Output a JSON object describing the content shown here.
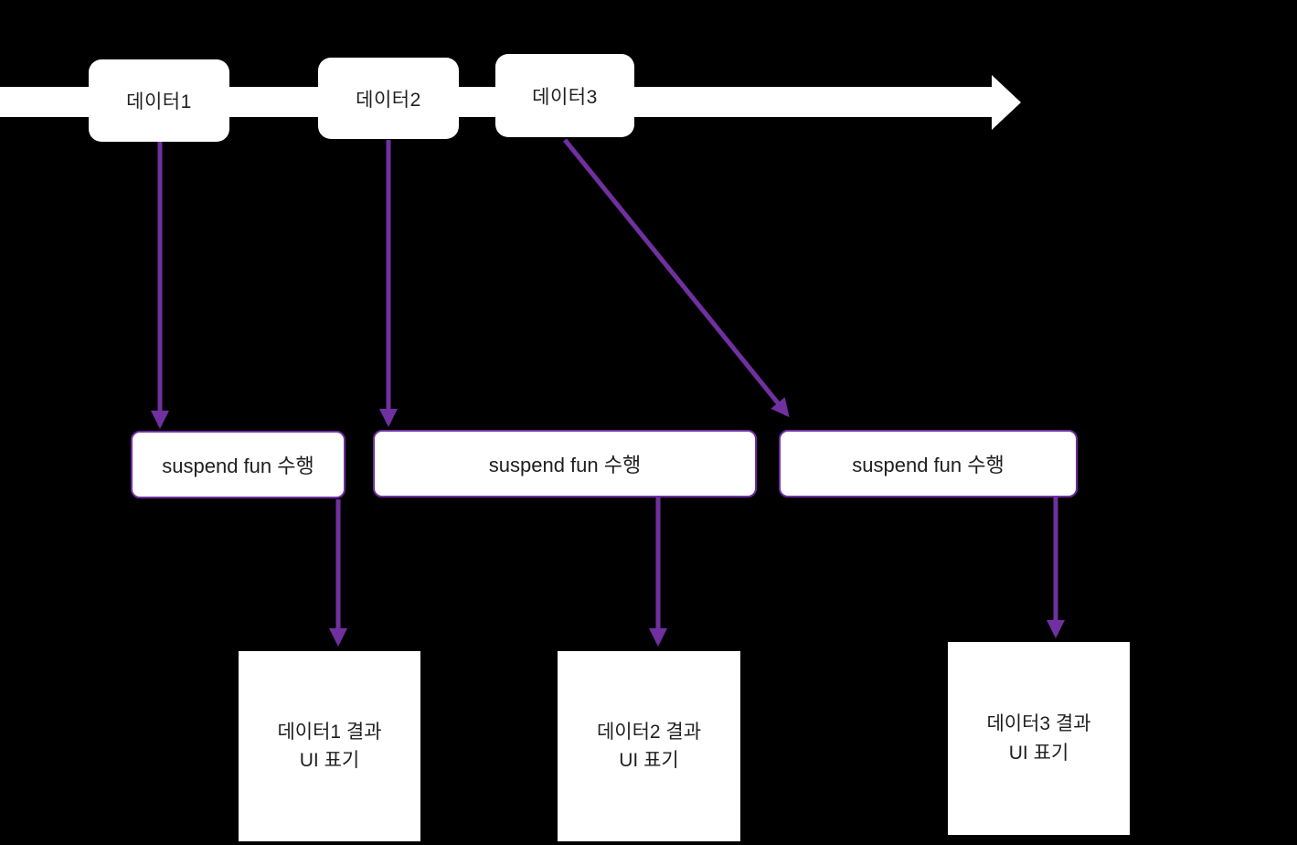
{
  "diagram": {
    "colors": {
      "background": "#000000",
      "accent": "#7030A0",
      "node_fill": "#ffffff",
      "node_text": "#1f1f1f"
    },
    "timeline": {
      "description": "horizontal white arrow pointing right"
    },
    "data_nodes": [
      {
        "label": "데이터1"
      },
      {
        "label": "데이터2"
      },
      {
        "label": "데이터3"
      }
    ],
    "suspend_nodes": [
      {
        "label": "suspend fun 수행"
      },
      {
        "label": "suspend fun 수행"
      },
      {
        "label": "suspend fun 수행"
      }
    ],
    "result_nodes": [
      {
        "line1": "데이터1 결과",
        "line2": "UI 표기"
      },
      {
        "line1": "데이터2 결과",
        "line2": "UI 표기"
      },
      {
        "line1": "데이터3 결과",
        "line2": "UI 표기"
      }
    ]
  }
}
